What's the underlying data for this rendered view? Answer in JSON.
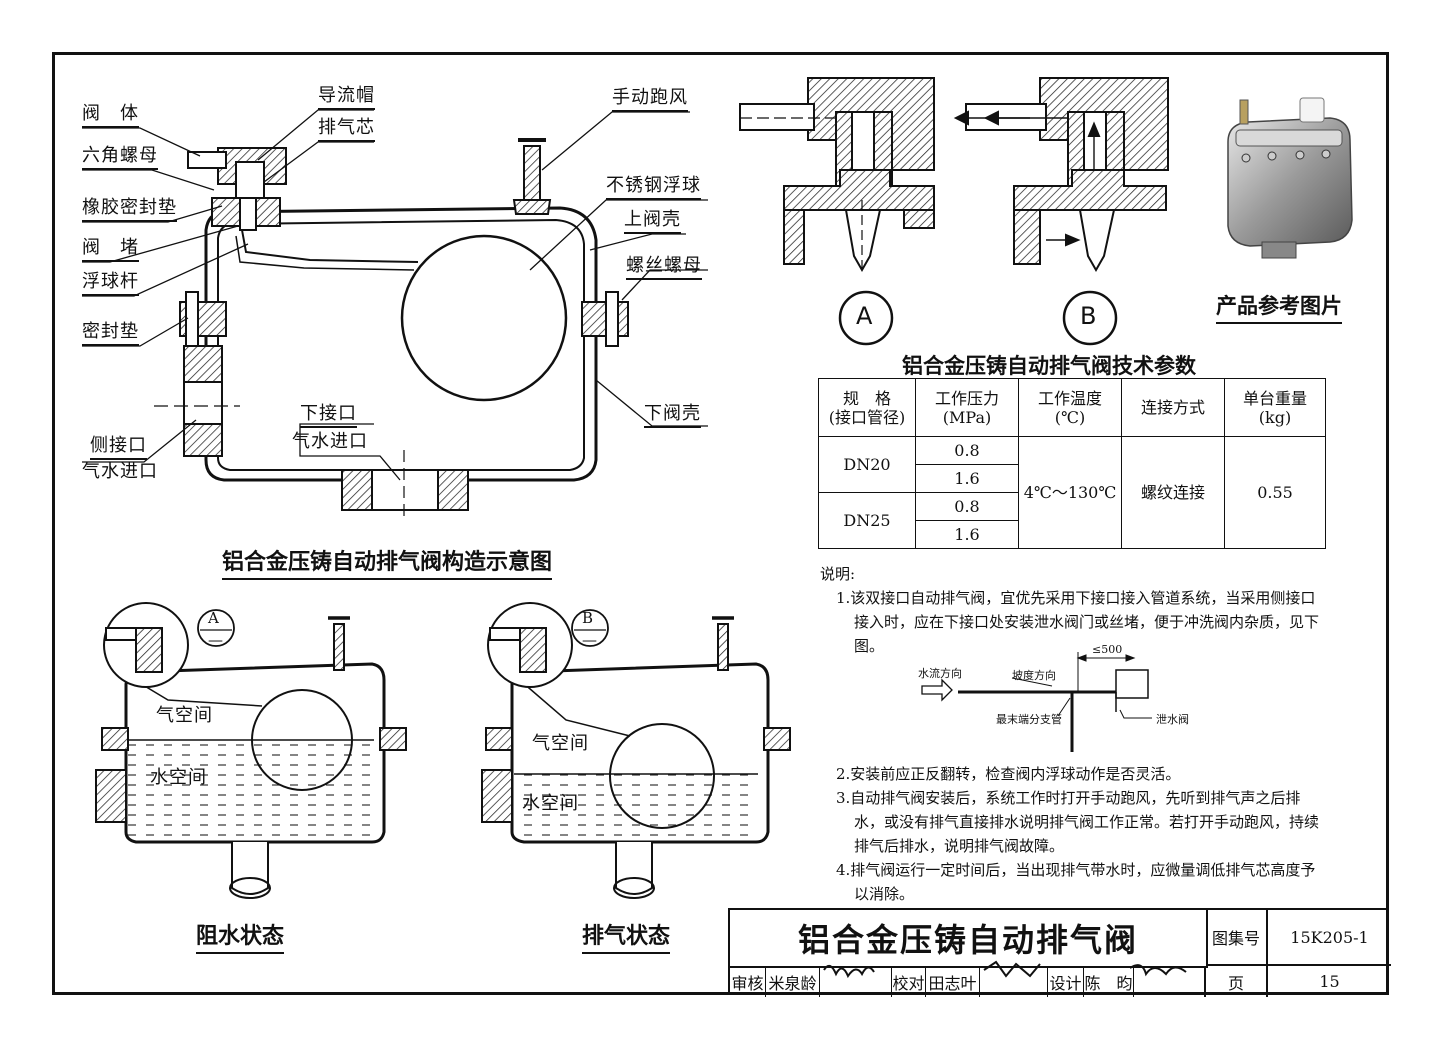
{
  "structure_labels": {
    "valve_body": "阀　体",
    "hex_nut": "六角螺母",
    "rubber_gasket": "橡胶密封垫",
    "valve_plug": "阀　堵",
    "float_rod": "浮球杆",
    "seal_gasket": "密封垫",
    "side_inlet": "侧接口",
    "side_inlet_sub": "气水进口",
    "guide_cap": "导流帽",
    "vent_core": "排气芯",
    "manual_vent": "手动跑风",
    "ss_float": "不锈钢浮球",
    "upper_shell": "上阀壳",
    "screw_nut": "螺丝螺母",
    "lower_shell": "下阀壳",
    "bottom_inlet": "下接口",
    "bottom_inlet_sub": "气水进口"
  },
  "structure_title": "铝合金压铸自动排气阀构造示意图",
  "detail": {
    "a": "A",
    "b": "B",
    "photo_caption": "产品参考图片"
  },
  "states": {
    "air_space": "气空间",
    "water_space": "水空间",
    "blocking_title": "阻水状态",
    "venting_title": "排气状态",
    "callout_a": "A",
    "callout_b": "B",
    "callout_dash": "—"
  },
  "spec_table": {
    "title": "铝合金压铸自动排气阀技术参数",
    "headers": [
      "规　格\n(接口管径)",
      "工作压力\n(MPa)",
      "工作温度\n(℃)",
      "连接方式",
      "单台重量\n(kg)"
    ],
    "dn20": "DN20",
    "dn25": "DN25",
    "p1": "0.8",
    "p2": "1.6",
    "p3": "0.8",
    "p4": "1.6",
    "temperature": "4℃～130℃",
    "connection": "螺纹连接",
    "weight": "0.55"
  },
  "notes": {
    "heading": "说明:",
    "n1": "1.该双接口自动排气阀，宜优先采用下接口接入管道系统，当采用侧接口接入时，应在下接口处安装泄水阀门或丝堵，便于冲洗阀内杂质，见下图。",
    "n2": "2.安装前应正反翻转，检查阀内浮球动作是否灵活。",
    "n3": "3.自动排气阀安装后，系统工作时打开手动跑风，先听到排气声之后排水，或没有排气直接排水说明排气阀工作正常。若打开手动跑风，持续排气后排水，说明排气阀故障。",
    "n4": "4.排气阀运行一定时间后，当出现排气带水时，应微量调低排气芯高度予以消除。"
  },
  "install_diagram": {
    "flow_direction": "水流方向",
    "slope_direction": "坡度方向",
    "max_dist": "≤500",
    "last_branch": "最末端分支管",
    "drain_valve": "泄水阀"
  },
  "title_block": {
    "title": "铝合金压铸自动排气阀",
    "atlas_label": "图集号",
    "atlas_no": "15K205-1",
    "review_label": "审核",
    "reviewer": "米泉龄",
    "check_label": "校对",
    "checker": "田志叶",
    "design_label": "设计",
    "designer": "陈　昀",
    "page_label": "页",
    "page_no": "15"
  }
}
